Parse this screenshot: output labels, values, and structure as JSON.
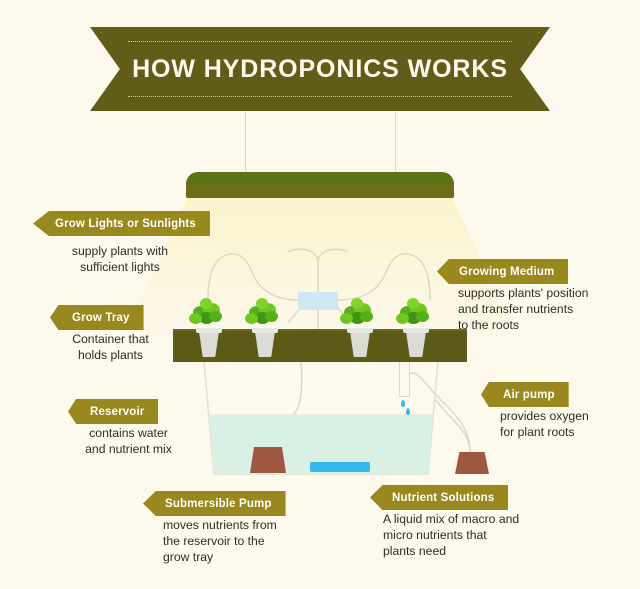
{
  "meta": {
    "title": "HOW HYDROPONICS WORKS",
    "background_color": "#fdf9ec",
    "banner_color": "#615c18",
    "tag_color": "#98881d",
    "tray_color": "#5d5a17",
    "lamp_color_top": "#5c7219",
    "lamp_color_bottom": "#6c6e18",
    "water_color": "#d9f0e4",
    "pump_color": "#9e5740",
    "accent_blue": "#35b7f0"
  },
  "header": {
    "title": "HOW HYDROPONICS WORKS"
  },
  "callouts": [
    {
      "id": "grow-lights",
      "label": "Grow Lights or Sunlights",
      "description": "supply plants with\nsufficient lights"
    },
    {
      "id": "grow-tray",
      "label": "Grow Tray",
      "description": "Container that\nholds plants"
    },
    {
      "id": "reservoir",
      "label": "Reservoir",
      "description": "contains water\nand nutrient mix"
    },
    {
      "id": "growing-medium",
      "label": "Growing Medium",
      "description": "supports plants' position\nand transfer nutrients\nto the roots"
    },
    {
      "id": "air-pump",
      "label": "Air pump",
      "description": "provides oxygen\nfor plant roots"
    },
    {
      "id": "submersible-pump",
      "label": "Submersible Pump",
      "description": "moves nutrients from\nthe reservoir to the\ngrow tray"
    },
    {
      "id": "nutrient-solutions",
      "label": "Nutrient Solutions",
      "description": "A liquid mix of macro and\nmicro nutrients that\nplants need"
    }
  ],
  "diagram": {
    "lamp_name": "grow-lamp",
    "plant_count": 4,
    "parts": [
      "grow-lamp",
      "light-cone",
      "grow-tray",
      "plants",
      "reservoir",
      "submersible-pump",
      "air-pump",
      "tubing",
      "water-droplets"
    ]
  }
}
